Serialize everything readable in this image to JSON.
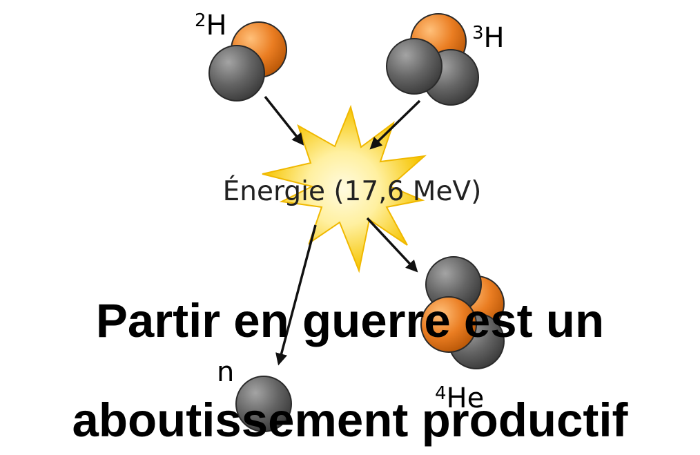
{
  "diagram": {
    "labels": {
      "deuterium": {
        "mass_number": "2",
        "symbol": "H"
      },
      "tritium": {
        "mass_number": "3",
        "symbol": "H"
      },
      "neutron": {
        "symbol": "n"
      },
      "helium": {
        "mass_number": "4",
        "symbol": "He"
      }
    },
    "energy_label": "Énergie (17,6 MeV)"
  },
  "caption": {
    "line_1": "Partir en guerre est un",
    "line_2": "aboutissement productif"
  },
  "colors": {
    "proton": "#e87a1e",
    "neutron": "#606060",
    "flash_outer": "#f2c200",
    "flash_inner": "#fff6b0",
    "arrow": "#111111"
  },
  "icons": [
    "proton-sphere",
    "neutron-sphere",
    "energy-flash-star",
    "reaction-arrow"
  ]
}
